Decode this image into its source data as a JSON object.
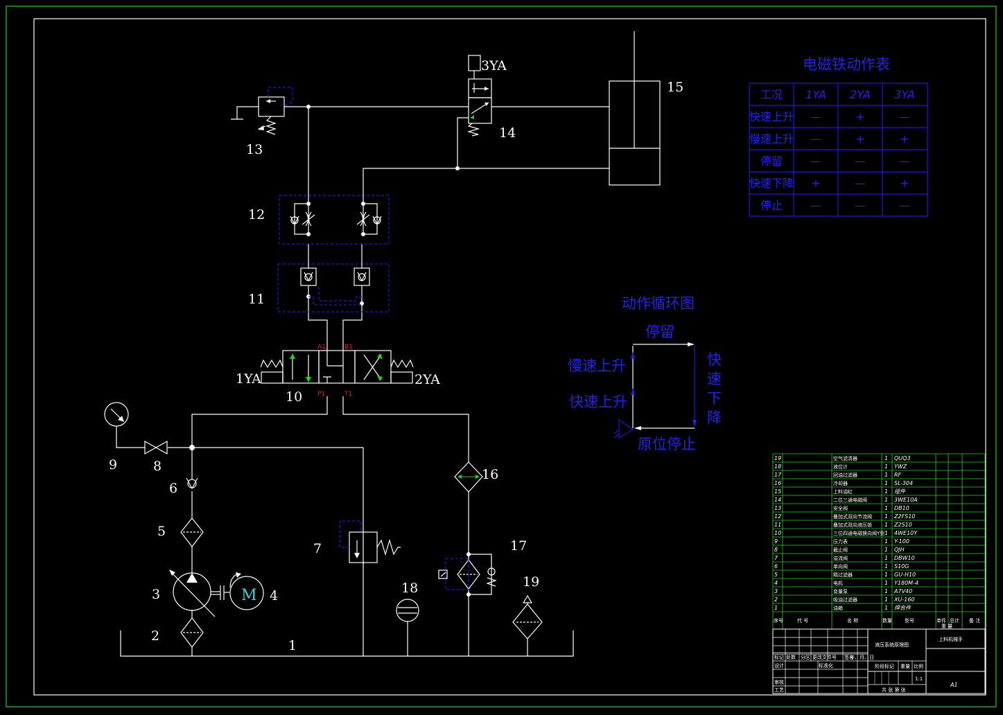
{
  "labels": {
    "n1": "1",
    "n2": "2",
    "n3": "3",
    "n4": "4",
    "n5": "5",
    "n6": "6",
    "n7": "7",
    "n8": "8",
    "n9": "9",
    "n10": "10",
    "n11": "11",
    "n12": "12",
    "n13": "13",
    "n14": "14",
    "n15": "15",
    "n16": "16",
    "n17": "17",
    "n18": "18",
    "n19": "19",
    "ya1": "1YA",
    "ya2": "2YA",
    "ya3": "3YA",
    "motor": "M"
  },
  "ports": {
    "a1": "A1",
    "b1": "B1",
    "p1": "P1",
    "t1": "T1"
  },
  "solenoid_table": {
    "title": "电磁铁动作表",
    "headers": [
      "工况",
      "1YA",
      "2YA",
      "3YA"
    ],
    "rows": [
      [
        "快速上升",
        "—",
        "+",
        "—"
      ],
      [
        "慢速上升",
        "—",
        "+",
        "+"
      ],
      [
        "停留",
        "—",
        "—",
        "—"
      ],
      [
        "快速下降",
        "+",
        "—",
        "+"
      ],
      [
        "停止",
        "—",
        "—",
        "—"
      ]
    ]
  },
  "cycle": {
    "title": "动作循环图",
    "top": "停留",
    "slow_up": "慢速上升",
    "fast_up": "快速上升",
    "fast_down_chars": [
      "快",
      "速",
      "下",
      "降"
    ],
    "home": "原位停止"
  },
  "bom": [
    {
      "no": "19",
      "name": "空气滤清器",
      "qty": "1",
      "model": "QUQ3"
    },
    {
      "no": "18",
      "name": "液位计",
      "qty": "1",
      "model": "YWZ"
    },
    {
      "no": "17",
      "name": "回油过滤器",
      "qty": "1",
      "model": "RF"
    },
    {
      "no": "16",
      "name": "冷却器",
      "qty": "1",
      "model": "SL-304"
    },
    {
      "no": "15",
      "name": "上料油缸",
      "qty": "1",
      "model": "组件"
    },
    {
      "no": "14",
      "name": "二位三通电磁阀",
      "qty": "1",
      "model": "3WE10A"
    },
    {
      "no": "13",
      "name": "安全阀",
      "qty": "1",
      "model": "DB10"
    },
    {
      "no": "12",
      "name": "叠加式双向节流阀",
      "qty": "1",
      "model": "Z2FS10"
    },
    {
      "no": "11",
      "name": "叠加式双向液压锁",
      "qty": "1",
      "model": "Z2S10"
    },
    {
      "no": "10",
      "name": "三位四通电磁换向阀Y型",
      "qty": "1",
      "model": "4WE10Y"
    },
    {
      "no": "9",
      "name": "压力表",
      "qty": "1",
      "model": "Y-100"
    },
    {
      "no": "8",
      "name": "截止阀",
      "qty": "1",
      "model": "QJH"
    },
    {
      "no": "7",
      "name": "溢流阀",
      "qty": "1",
      "model": "DBW10"
    },
    {
      "no": "6",
      "name": "单向阀",
      "qty": "1",
      "model": "S10G"
    },
    {
      "no": "5",
      "name": "精过滤器",
      "qty": "1",
      "model": "GU-H10"
    },
    {
      "no": "4",
      "name": "电机",
      "qty": "1",
      "model": "Y180M-4"
    },
    {
      "no": "3",
      "name": "变量泵",
      "qty": "1",
      "model": "A7V40"
    },
    {
      "no": "2",
      "name": "吸油过滤器",
      "qty": "1",
      "model": "XU-160"
    },
    {
      "no": "1",
      "name": "油箱",
      "qty": "1",
      "model": "焊合件"
    }
  ],
  "title_block": {
    "hdr_seq": "序号",
    "hdr_code": "代 号",
    "hdr_name": "名 称",
    "hdr_qty": "数量",
    "hdr_model": "型号",
    "hdr_unit": "单件",
    "hdr_total": "总计",
    "hdr_weight": "重 量",
    "hdr_note": "备 注",
    "drawing_name": "液压系统原理图",
    "product": "上料机械手",
    "size": "A1",
    "scale": "1:1",
    "mark": "标记",
    "count": "处数",
    "zone": "分区",
    "change_doc": "更改文件号",
    "sign": "签名",
    "ymd": "年、月、日",
    "designer": "设计",
    "standard": "标准化",
    "review": "审核",
    "process": "工艺",
    "stage_mark": "阶段标记",
    "weight": "重量",
    "ratio": "比例",
    "sheets": "共   张   第   张"
  },
  "colors": {
    "frame": "#19d619",
    "line": "#ffffff",
    "blue": "#2323e6",
    "port": "#e02020"
  }
}
